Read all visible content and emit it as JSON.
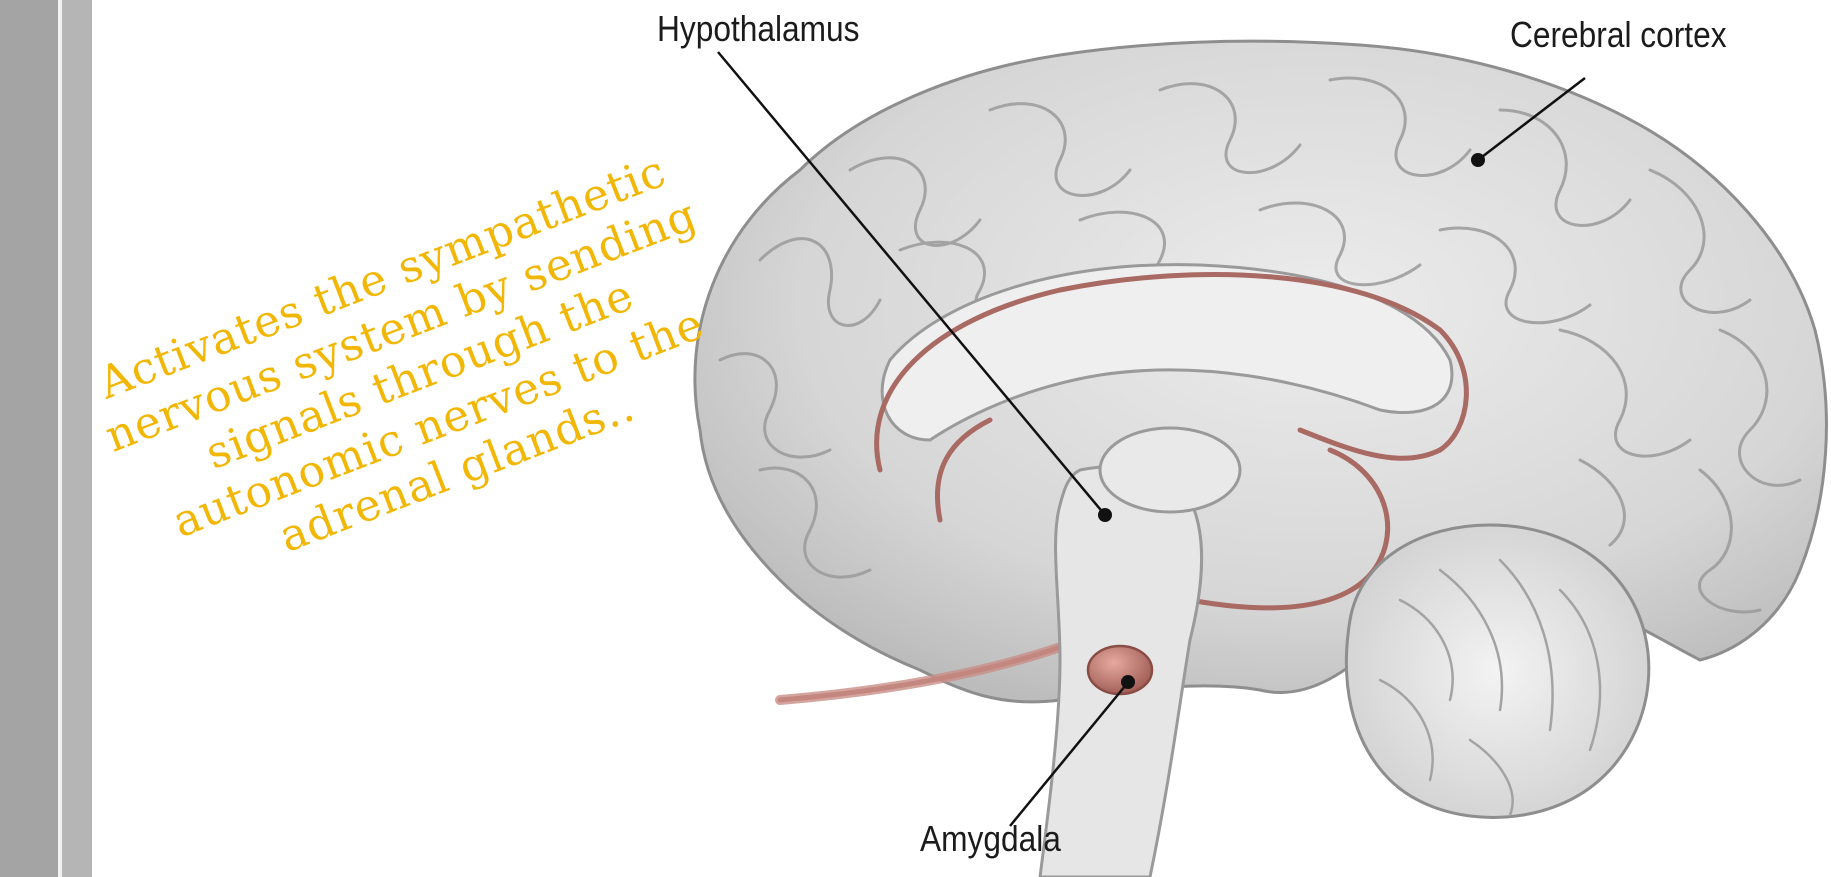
{
  "labels": {
    "hypothalamus": "Hypothalamus",
    "cerebral_cortex": "Cerebral cortex",
    "amygdala": "Amygdala"
  },
  "overlay": {
    "text": "Activates the sympathetic nervous system by sending signals through the autonomic nerves to the adrenal glands.."
  },
  "colors": {
    "brain_fill": "#d5d5d5",
    "limbic_stroke": "#a86a63",
    "overlay_text": "#f2b705",
    "left_bar_dark": "#a4a4a4",
    "left_bar_light": "#b5b5b5"
  }
}
